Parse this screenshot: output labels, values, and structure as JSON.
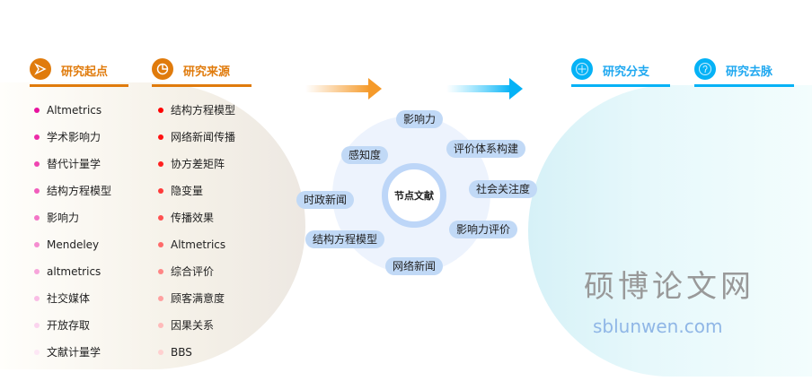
{
  "columns": {
    "start": {
      "title": "研究起点",
      "icon": "send-icon",
      "items": [
        "Altmetrics",
        "学术影响力",
        "替代计量学",
        "结构方程模型",
        "影响力",
        "Mendeley",
        "altmetrics",
        "社交媒体",
        "开放存取",
        "文献计量学"
      ]
    },
    "source": {
      "title": "研究来源",
      "icon": "pie-chart-icon",
      "items": [
        "结构方程模型",
        "网络新闻传播",
        "协方差矩阵",
        "隐变量",
        "传播效果",
        "Altmetrics",
        "综合评价",
        "顾客满意度",
        "因果关系",
        "BBS"
      ]
    },
    "branch": {
      "title": "研究分支",
      "icon": "plus-circle-icon"
    },
    "trace": {
      "title": "研究去脉",
      "icon": "question-icon"
    }
  },
  "center": {
    "label": "节点文献",
    "nodes": [
      "影响力",
      "评价体系构建",
      "社会关注度",
      "影响力评价",
      "网络新闻",
      "结构方程模型",
      "时政新闻",
      "感知度"
    ]
  },
  "colors": {
    "orange": "#e07b0c",
    "blue": "#05b2f6",
    "start_dots": [
      "#e8129e",
      "#ec2ba7",
      "#ef45b1",
      "#f15dbc",
      "#f375c6",
      "#f58dd0",
      "#f7a5db",
      "#f9bde5",
      "#fbd4ee",
      "#fde7f5"
    ],
    "source_dots": [
      "#ff0000",
      "#ff1111",
      "#ff2020",
      "#ff3a3a",
      "#ff5050",
      "#ff6a6a",
      "#ff8585",
      "#ffa0a0",
      "#ffbaba",
      "#ffd0d0"
    ]
  },
  "watermark": {
    "cn": "硕博论文网",
    "url": "sblunwen.com"
  }
}
